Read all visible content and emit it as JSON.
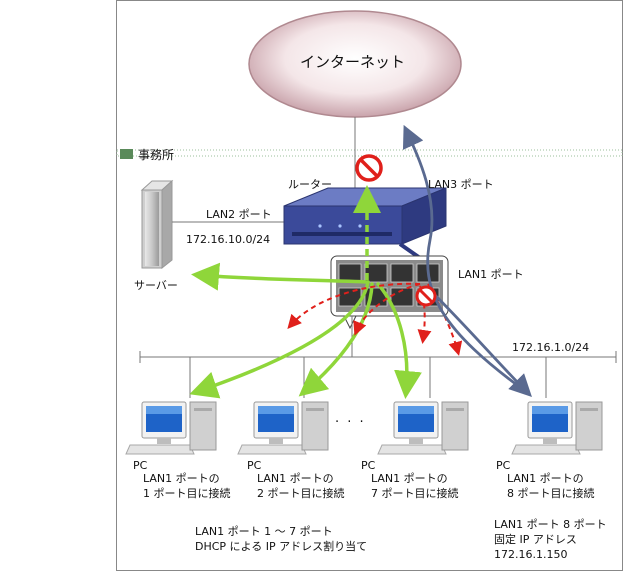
{
  "internet_label": "インターネット",
  "office": {
    "label": "事務所"
  },
  "router": {
    "label": "ルーター"
  },
  "ports": {
    "lan3": "LAN3 ポート",
    "lan2": "LAN2 ポート",
    "lan1": "LAN1 ポート"
  },
  "server": {
    "label": "サーバー",
    "subnet": "172.16.10.0/24"
  },
  "lan1_subnet": "172.16.1.0/24",
  "ellipsis": "· · ·",
  "pcs": [
    {
      "label": "PC",
      "line1": "LAN1 ポートの",
      "line2": "1 ポート目に接続"
    },
    {
      "label": "PC",
      "line1": "LAN1 ポートの",
      "line2": "2 ポート目に接続"
    },
    {
      "label": "PC",
      "line1": "LAN1 ポートの",
      "line2": "7 ポート目に接続"
    },
    {
      "label": "PC",
      "line1": "LAN1 ポートの",
      "line2": "8 ポート目に接続"
    }
  ],
  "dhcp_note": {
    "line1": "LAN1 ポート 1 ～ 7 ポート",
    "line2": "DHCP による IP アドレス割り当て"
  },
  "fixed_note": {
    "line1": "LAN1 ポート 8 ポート",
    "line2": "固定 IP アドレス",
    "line3": "172.16.1.150"
  },
  "colors": {
    "allowed_flow": "#8fd63a",
    "blocked_flow": "#e0201b",
    "fixed_flow": "#5a6a90",
    "internet_fill": "#ecd6da",
    "router_body": "#3b4a9a",
    "office_border": "#8ab08a"
  }
}
